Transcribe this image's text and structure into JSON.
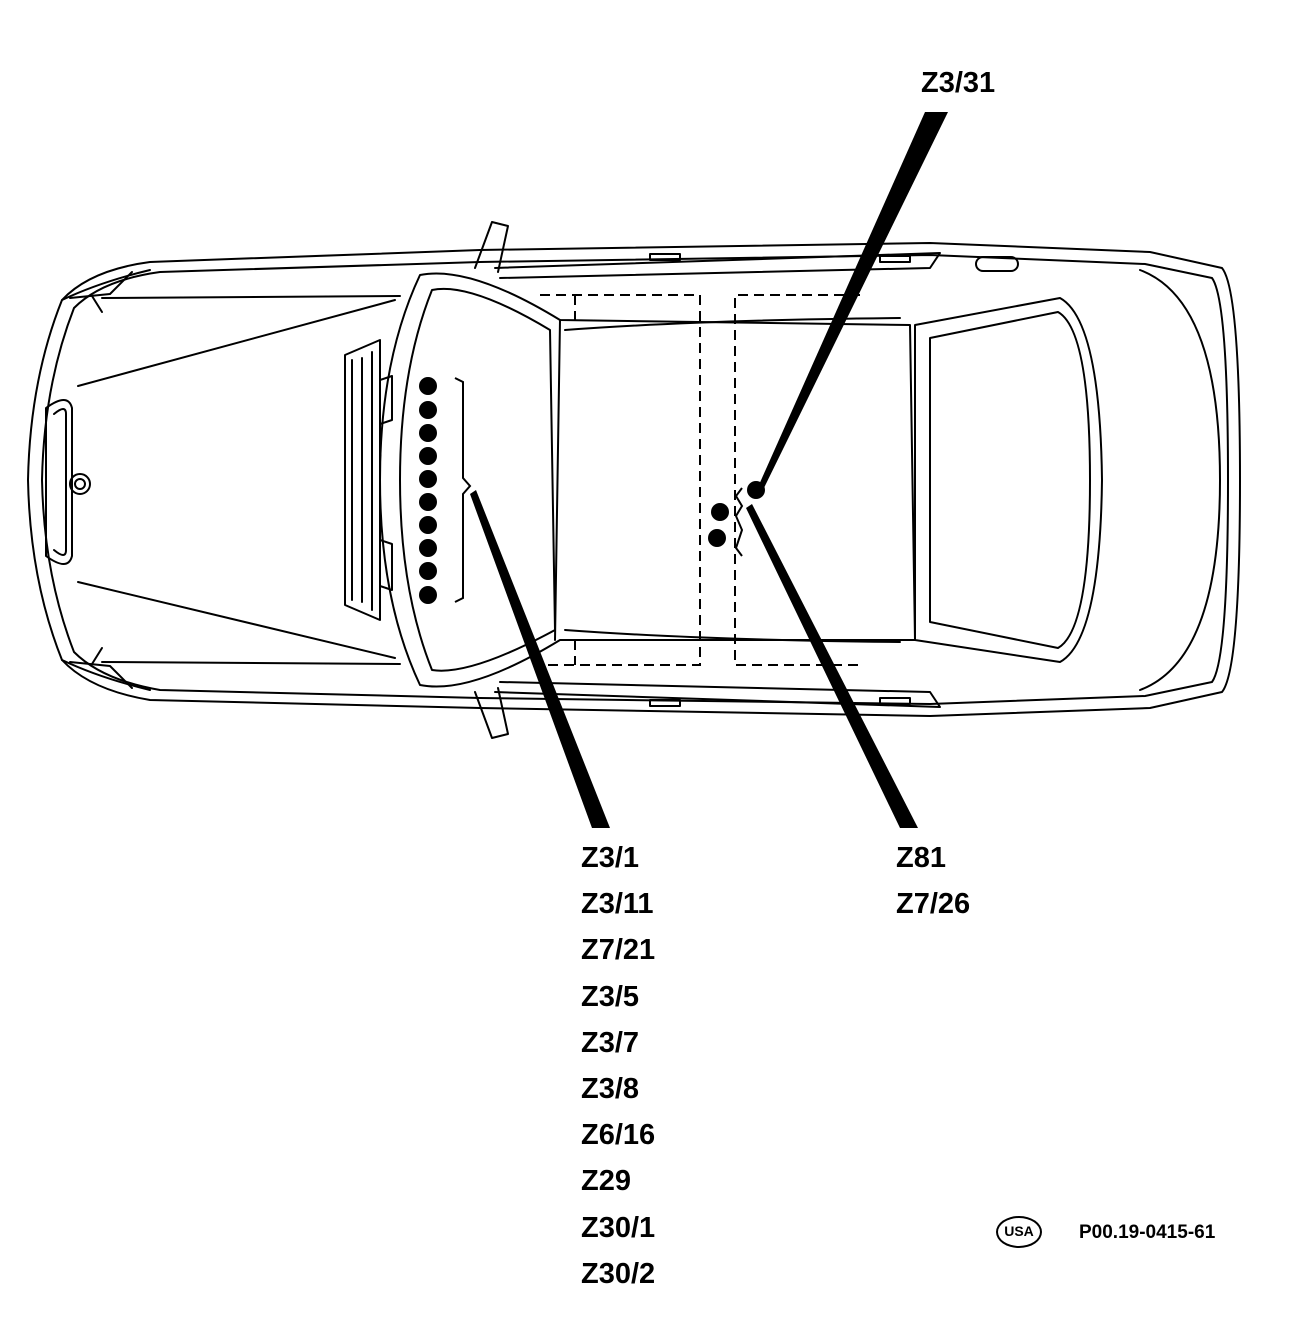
{
  "callouts": {
    "top": {
      "labels": [
        "Z3/31"
      ]
    },
    "left": {
      "labels": [
        "Z3/1",
        "Z3/11",
        "Z7/21",
        "Z3/5",
        "Z3/7",
        "Z3/8",
        "Z6/16",
        "Z29",
        "Z30/1",
        "Z30/2"
      ]
    },
    "right": {
      "labels": [
        "Z81",
        "Z7/26"
      ]
    }
  },
  "footer": {
    "badge": "USA",
    "code": "P00.19-0415-61"
  },
  "colors": {
    "line": "#000000",
    "background": "#ffffff"
  },
  "icons": {
    "region_badge": "usa-oval-icon"
  }
}
